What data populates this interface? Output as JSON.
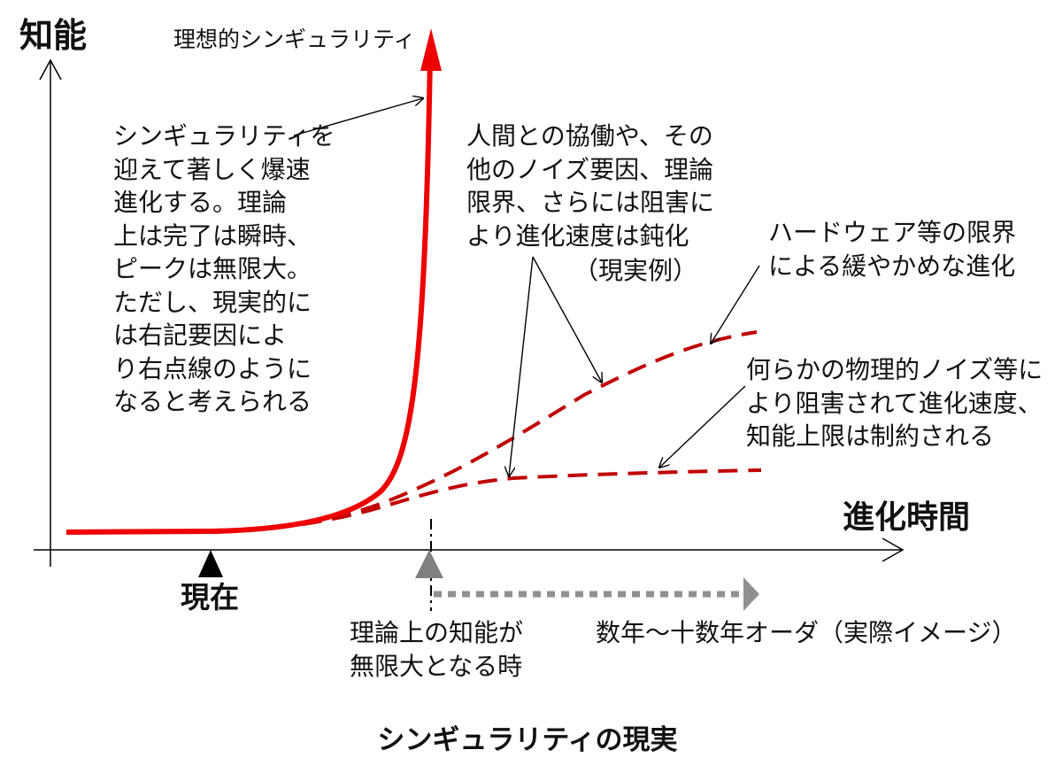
{
  "labels": {
    "y_axis": "知能",
    "x_axis": "進化時間",
    "now": "現在",
    "ideal_curve": "理想的シンギュラリティ",
    "ideal_note": "シンギュラリティを\n迎えて著しく爆速\n進化する。理論\n上は完了は瞬時、\nピークは無限大。\nただし、現実的に\nは右記要因によ\nり右点線のように\nなると考えられる",
    "blocked_note": "人間との協働や、その\n他のノイズ要因、理論\n限界、さらには阻害に\nより進化速度は鈍化",
    "real_example": "（現実例）",
    "hardware_note": "ハードウェア等の限界\nによる緩やかめな進化",
    "noise_note": "何らかの物理的ノイズ等に\nより阻害されて進化速度、\n知能上限は制約される",
    "theory_point": "理論上の知能が\n無限大となる時",
    "timespan": "数年～十数年オーダ（実際イメージ）",
    "caption": "シンギュラリティの現実"
  },
  "colors": {
    "ideal_curve": "#ee0000",
    "realistic_curves": "#c00000",
    "axes": "#000000",
    "now_marker": "#000000",
    "theory_marker": "#808080",
    "timespan_arrow": "#909090"
  }
}
